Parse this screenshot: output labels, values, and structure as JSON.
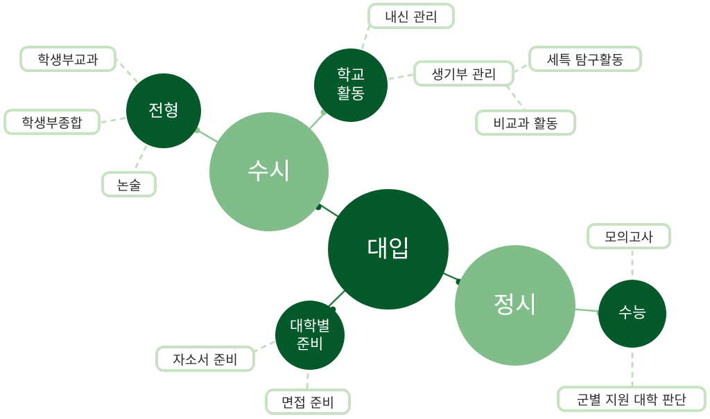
{
  "colors": {
    "dark_node": "#04592a",
    "light_node": "#80bd8a",
    "pill_border": "#c9e2c3",
    "line": "#8fc494",
    "dashed": "#c4dfbe"
  },
  "nodes": {
    "center": "대입",
    "susi": "수시",
    "jeongsi": "정시",
    "jeonhyeong": "전형",
    "school_activities": "학교\n활동",
    "university_prep": "대학별\n준비",
    "suneung": "수능"
  },
  "labels": {
    "student_record_subject": "학생부교과",
    "student_record_comprehensive": "학생부종합",
    "essay": "논술",
    "grades_mgmt": "내신 관리",
    "record_mgmt": "생기부 관리",
    "special_inquiry": "세특 탐구활동",
    "extracurricular": "비교과 활동",
    "self_intro": "자소서 준비",
    "interview": "면접 준비",
    "mock_exam": "모의고사",
    "group_decision": "군별 지원 대학 판단"
  }
}
